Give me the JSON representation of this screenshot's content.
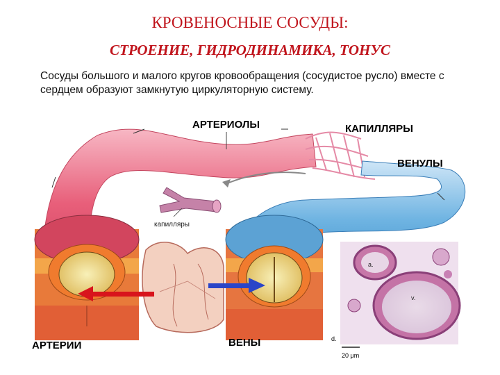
{
  "title": "КРОВЕНОСНЫЕ СОСУДЫ:",
  "subtitle": "СТРОЕНИЕ, ГИДРОДИНАМИКА, ТОНУС",
  "intro": "Сосуды большого и малого кругов кровообращения (сосудистое русло) вместе с сердцем образуют замкнутую циркуляторную систему.",
  "labels": {
    "arterioles": "АРТЕРИОЛЫ",
    "capillaries": "КАПИЛЛЯРЫ",
    "venules": "ВЕНУЛЫ",
    "capillaries_small": "капилляры",
    "arteries": "АРТЕРИИ",
    "veins": "ВЕНЫ"
  },
  "micrograph": {
    "letter_a": "a.",
    "letter_v": "v.",
    "letter_d": "d.",
    "scale": "20 μm"
  },
  "colors": {
    "title": "#c0141c",
    "artery": "#e8607a",
    "vein": "#5ba8dc",
    "arrow_red": "#d8141c",
    "arrow_blue": "#2a45c8"
  }
}
